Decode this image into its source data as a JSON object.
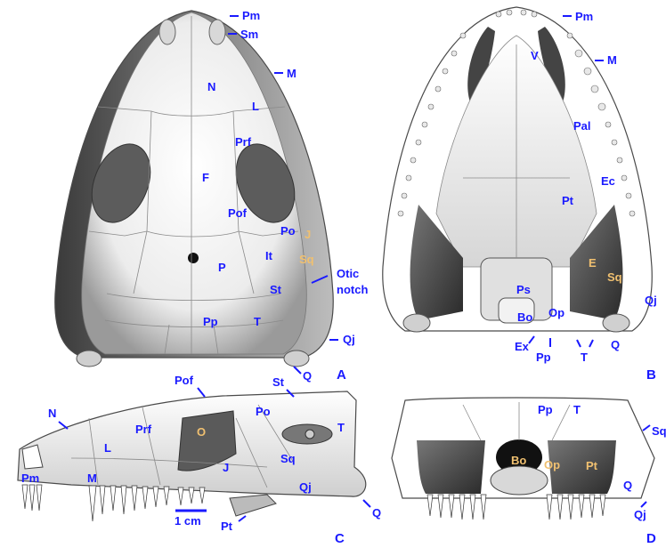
{
  "panels": [
    "A",
    "B",
    "C",
    "D"
  ],
  "scale_bar": "1 cm",
  "panel_a": {
    "labels": [
      "Pm",
      "Sm",
      "M",
      "N",
      "L",
      "Prf",
      "F",
      "Pof",
      "Po",
      "J",
      "It",
      "Sq",
      "P",
      "St",
      "Otic notch",
      "Pp",
      "T",
      "Qj",
      "Q"
    ]
  },
  "panel_b": {
    "labels": [
      "Pm",
      "M",
      "V",
      "Pal",
      "Ec",
      "Pt",
      "E",
      "Sq",
      "Ps",
      "Bo",
      "Op",
      "Qj",
      "Ex",
      "Pp",
      "T",
      "Q"
    ]
  },
  "panel_c": {
    "labels": [
      "Pof",
      "St",
      "N",
      "Po",
      "Prf",
      "O",
      "T",
      "L",
      "Pm",
      "M",
      "J",
      "Sq",
      "Qj",
      "Pt",
      "Q"
    ]
  },
  "panel_d": {
    "labels": [
      "Pp",
      "T",
      "Sq",
      "Bo",
      "Op",
      "Pt",
      "Q",
      "Qj"
    ]
  },
  "colors": {
    "label": "#1a1aff",
    "label_on_dark": "#f0c070",
    "bone_light": "#f4f4f4",
    "bone_dark": "#555555",
    "orbit": "#5a5a5a"
  }
}
